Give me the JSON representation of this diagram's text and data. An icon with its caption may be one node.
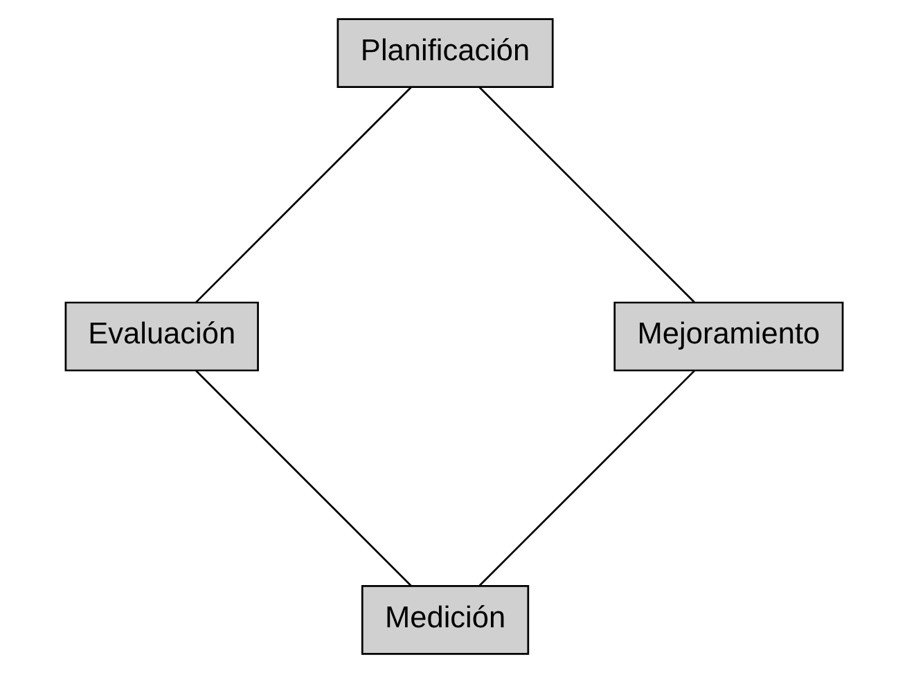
{
  "diagram": {
    "nodes": [
      {
        "text": [
          "Medición"
        ]
      },
      {
        "text": [
          "Mejoramiento"
        ]
      },
      {
        "text": [
          "Evaluación"
        ]
      },
      {
        "text": [
          "Planificación"
        ]
      }
    ],
    "edges": [
      {
        "from": 0,
        "to": 2,
        "arrow": "none"
      },
      {
        "from": 2,
        "to": 3,
        "arrow": "none"
      },
      {
        "from": 3,
        "to": 1,
        "arrow": "none"
      },
      {
        "from": 1,
        "to": 0,
        "arrow": "none"
      }
    ]
  }
}
